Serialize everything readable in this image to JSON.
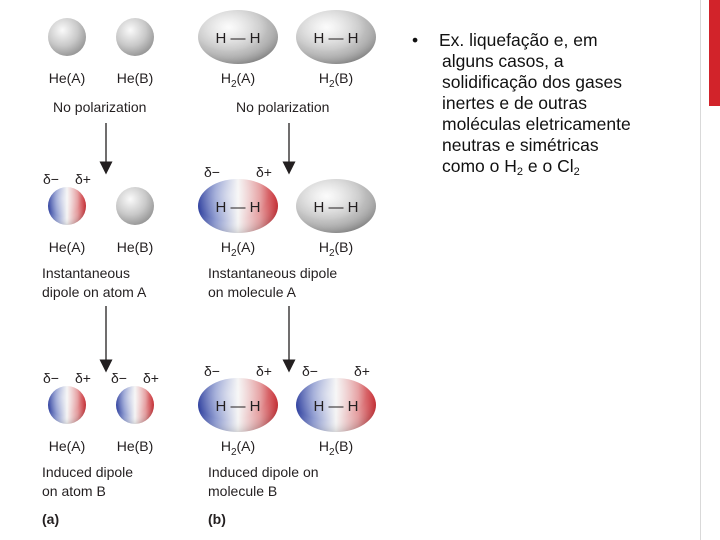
{
  "colors": {
    "accent": "#d2232a",
    "text": "#231f20",
    "negative": "#2e3f9e",
    "positive": "#c8242b",
    "neutral": "#c6c6c6"
  },
  "diagram": {
    "panel_a": {
      "label": "(a)",
      "rows": [
        {
          "atoms": [
            {
              "label": "He(A)",
              "polarized": false,
              "charges": ""
            },
            {
              "label": "He(B)",
              "polarized": false,
              "charges": ""
            }
          ],
          "caption": [
            "No polarization"
          ]
        },
        {
          "atoms": [
            {
              "label": "He(A)",
              "polarized": true,
              "charges": "δ− δ+"
            },
            {
              "label": "He(B)",
              "polarized": false,
              "charges": ""
            }
          ],
          "caption": [
            "Instantaneous",
            "dipole on atom A"
          ]
        },
        {
          "atoms": [
            {
              "label": "He(A)",
              "polarized": true,
              "charges": "δ− δ+"
            },
            {
              "label": "He(B)",
              "polarized": true,
              "charges": "δ− δ+"
            }
          ],
          "caption": [
            "Induced dipole",
            "on atom B"
          ]
        }
      ]
    },
    "panel_b": {
      "label": "(b)",
      "bond_text": "H — H",
      "rows": [
        {
          "molecules": [
            {
              "label_main": "H",
              "label_sub": "2",
              "label_tail": "(A)",
              "polarized": false,
              "charges": ""
            },
            {
              "label_main": "H",
              "label_sub": "2",
              "label_tail": "(B)",
              "polarized": false,
              "charges": ""
            }
          ],
          "caption": [
            "No polarization"
          ]
        },
        {
          "molecules": [
            {
              "label_main": "H",
              "label_sub": "2",
              "label_tail": "(A)",
              "polarized": true,
              "charges": "δ− δ+"
            },
            {
              "label_main": "H",
              "label_sub": "2",
              "label_tail": "(B)",
              "polarized": false,
              "charges": ""
            }
          ],
          "caption": [
            "Instantaneous dipole",
            "on molecule A"
          ]
        },
        {
          "molecules": [
            {
              "label_main": "H",
              "label_sub": "2",
              "label_tail": "(A)",
              "polarized": true,
              "charges": "δ− δ+"
            },
            {
              "label_main": "H",
              "label_sub": "2",
              "label_tail": "(B)",
              "polarized": true,
              "charges": "δ− δ+"
            }
          ],
          "caption": [
            "Induced dipole on",
            "molecule B"
          ]
        }
      ]
    }
  },
  "bullet": {
    "symbol": "•",
    "lines": [
      {
        "text": "Ex. liquefação e, em"
      },
      {
        "text": "alguns casos, a"
      },
      {
        "text": "solidificação dos gases"
      },
      {
        "text": "inertes e de outras"
      },
      {
        "text": "moléculas eletricamente"
      },
      {
        "text": "neutras e simétricas"
      },
      {
        "text": "como o H",
        "sub1": "2",
        "mid": " e o Cl",
        "sub2": "2"
      }
    ]
  }
}
